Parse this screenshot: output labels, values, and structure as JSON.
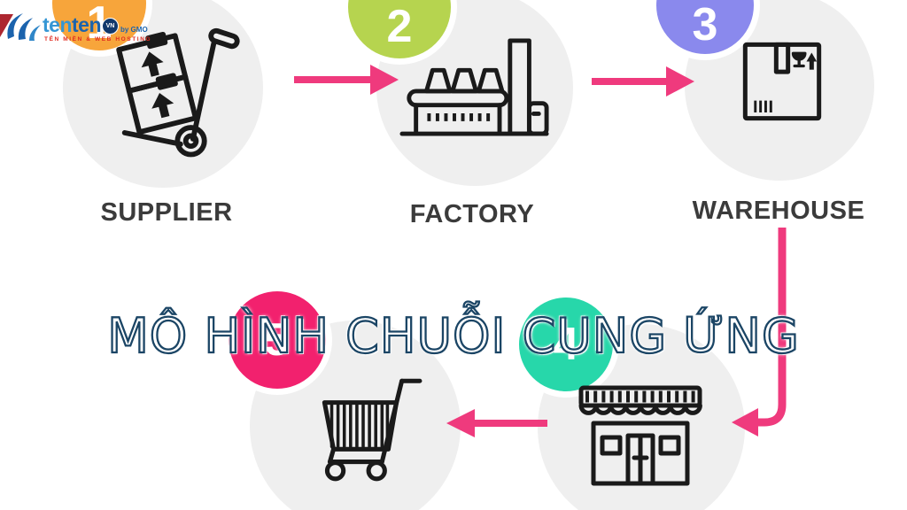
{
  "title": "MÔ HÌNH CHUỖI CUNG ỨNG",
  "logo": {
    "brand_first": "ten",
    "brand_second": "ten",
    "badge": "VN",
    "suffix": "by GMO",
    "tagline": "TÊN MIỀN & WEB HOSTING"
  },
  "nodes": [
    {
      "number": "1",
      "label": "SUPPLIER",
      "icon": "hand-truck-icon",
      "badge_color": "#F7A53B"
    },
    {
      "number": "2",
      "label": "FACTORY",
      "icon": "factory-icon",
      "badge_color": "#B6D44F"
    },
    {
      "number": "3",
      "label": "WAREHOUSE",
      "icon": "package-box-icon",
      "badge_color": "#8A89ED"
    },
    {
      "number": "4",
      "label": "",
      "icon": "store-icon",
      "badge_color": "#27D7AA"
    },
    {
      "number": "5",
      "label": "",
      "icon": "shopping-cart-icon",
      "badge_color": "#F2216E"
    }
  ],
  "colors": {
    "background": "#FFFFFF",
    "node-gray": "#EFEFEF",
    "icon-black": "#1A1A1A",
    "arrow-pink": "#EF3A7D",
    "title-fill": "#FFFFFF",
    "title-outline": "#1B4565",
    "label-gray": "#3B3B3B",
    "logo-blue-light": "#3596D4",
    "logo-blue-dark": "#1B63AD",
    "logo-navy": "#12386B",
    "logo-red": "#E02B20",
    "corner-red": "#AD2730"
  }
}
